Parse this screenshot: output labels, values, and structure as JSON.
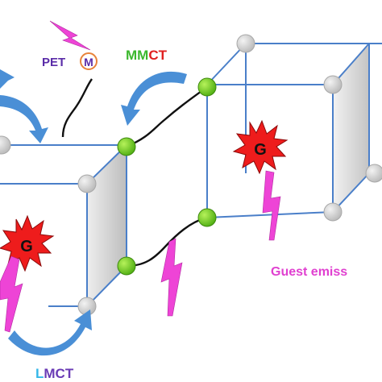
{
  "labels": {
    "pet": "PET",
    "m": "M",
    "mmct_mm": "MM",
    "mmct_ct": "CT",
    "lmct_l": "L",
    "lmct_mct": "MCT",
    "guest_left": "G",
    "guest_right": "G",
    "guest_emission": "Guest emiss"
  },
  "colors": {
    "frame": "#4a7fc9",
    "node_gray": "#d4d4d4",
    "node_green": "#7ed321",
    "arrow": "#4a8fd6",
    "mmct_green": "#3cb82e",
    "ct_red": "#e02020",
    "pet_purple": "#5a2ca8",
    "m_circle": "#e8833a",
    "lmct_cyan": "#35b7e8",
    "lmct_purple": "#6a3bb5",
    "burst_red": "#ee1c1c",
    "lightning_magenta": "#ee44d6",
    "panel_gray": "#c9c9c9"
  }
}
